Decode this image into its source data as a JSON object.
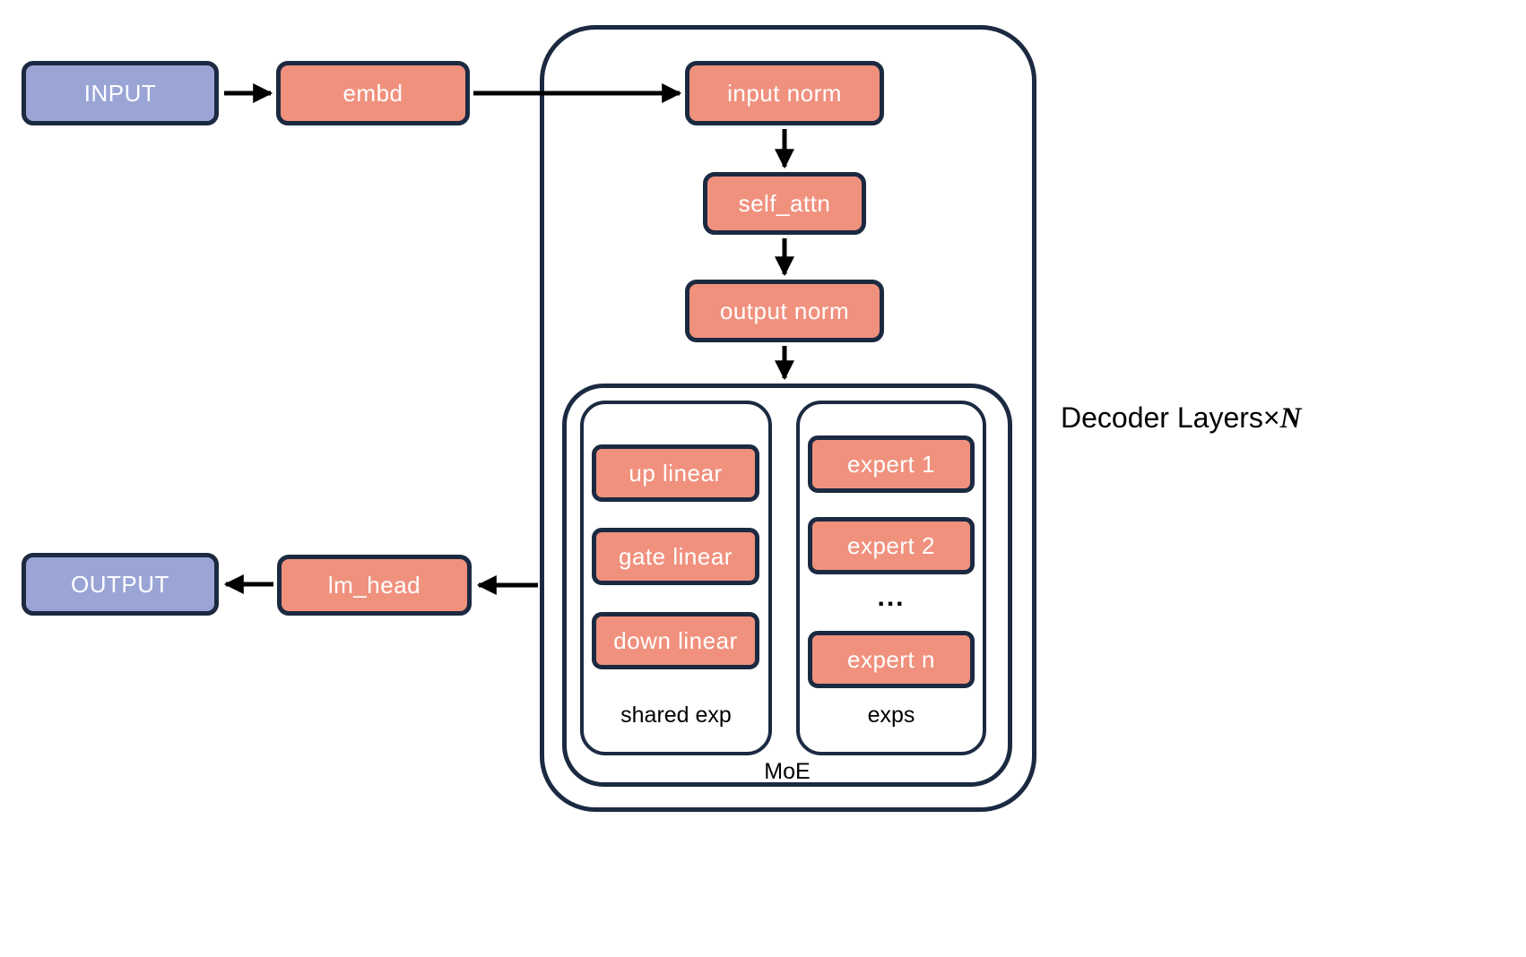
{
  "colors": {
    "io_fill": "#9aa5d6",
    "block_fill": "#f0917e",
    "outline": "#1b2a41",
    "arrow": "#000000"
  },
  "nodes": {
    "input": "INPUT",
    "embd": "embd",
    "input_norm": "input norm",
    "self_attn": "self_attn",
    "output_norm": "output norm",
    "up_linear": "up linear",
    "gate_linear": "gate linear",
    "down_linear": "down linear",
    "expert_1": "expert 1",
    "expert_2": "expert 2",
    "experts_ellipsis": "...",
    "expert_n": "expert n",
    "lm_head": "lm_head",
    "output": "OUTPUT"
  },
  "labels": {
    "shared_exp": "shared exp",
    "exps": "exps",
    "moe": "MoE",
    "decoder_layers": "Decoder Layers×",
    "decoder_layers_count": "N"
  }
}
